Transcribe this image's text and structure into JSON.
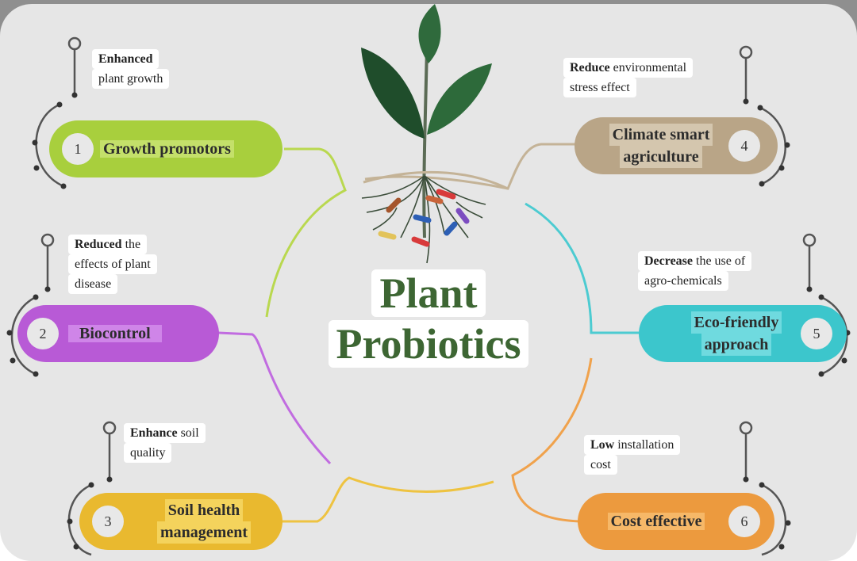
{
  "title": {
    "line1": "Plant",
    "line2": "Probiotics"
  },
  "items": [
    {
      "number": "1",
      "label_lines": [
        "Growth promotors"
      ],
      "note_lines": [
        "Enhanced",
        "plant growth"
      ],
      "note_bold": "Enhanced",
      "color": "#a8cf3d",
      "highlight": "#c4e06a"
    },
    {
      "number": "2",
      "label_lines": [
        "Biocontrol"
      ],
      "note_lines": [
        "Reduced the",
        "effects of plant",
        "disease"
      ],
      "note_bold": "Reduced",
      "color": "#b85ad6",
      "highlight": "#cf85e8"
    },
    {
      "number": "3",
      "label_lines": [
        "Soil health",
        "management"
      ],
      "note_lines": [
        "Enhance soil",
        "quality"
      ],
      "note_bold": "Enhance",
      "color": "#e9b92f",
      "highlight": "#f4d35c"
    },
    {
      "number": "4",
      "label_lines": [
        "Climate smart",
        "agriculture"
      ],
      "note_lines": [
        "Reduce environmental",
        "stress effect"
      ],
      "note_bold": "Reduce",
      "color": "#b9a587",
      "highlight": "#d4c6ae"
    },
    {
      "number": "5",
      "label_lines": [
        "Eco-friendly",
        "approach"
      ],
      "note_lines": [
        "Decrease the use of",
        "agro-chemicals"
      ],
      "note_bold": "Decrease",
      "color": "#3cc6cc",
      "highlight": "#6fdadf"
    },
    {
      "number": "6",
      "label_lines": [
        "Cost effective"
      ],
      "note_lines": [
        "Low installation",
        "cost"
      ],
      "note_bold": "Low",
      "color": "#ec9a3e",
      "highlight": "#f6b868"
    }
  ],
  "plant": {
    "stem_color": "#8a8f7d",
    "leaf_dark": "#1f4d2b",
    "leaf_light": "#3f7a48",
    "root_color": "#3b4d3a"
  }
}
